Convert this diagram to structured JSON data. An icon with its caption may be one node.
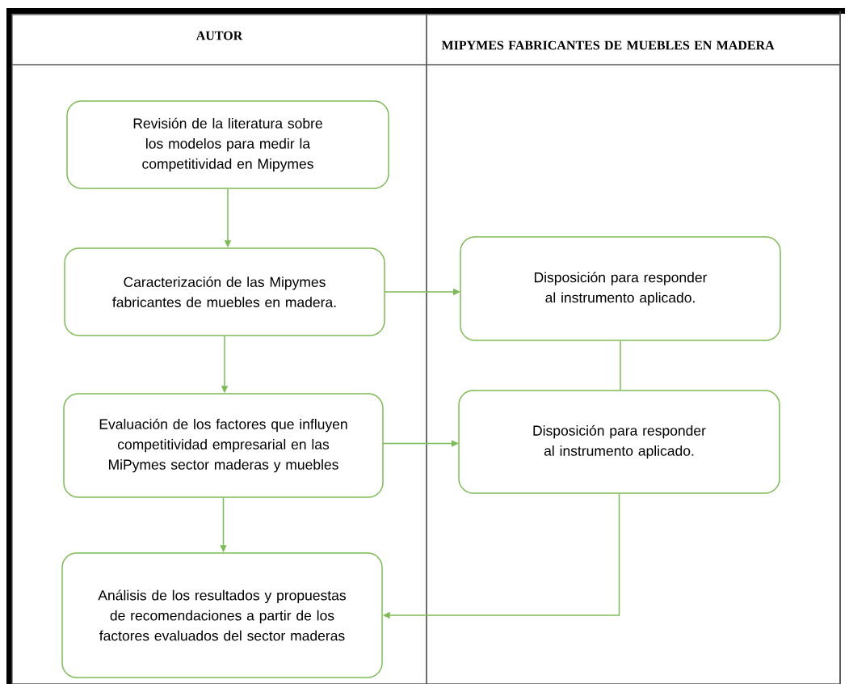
{
  "diagram": {
    "nodes": [
      {
        "text": [
          "AUTOR"
        ]
      },
      {
        "text": [
          "MIPYMES FABRICANTES DE MUEBLES EN MADERA"
        ]
      },
      {
        "text": [
          "Revisión de la literatura sobre los modelos para medir la competitividad en Mipymes"
        ],
        "in": 0
      },
      {
        "text": [
          "Caracterización de las Mipymes fabricantes de muebles en madera."
        ],
        "in": 0
      },
      {
        "text": [
          "Disposición para responder al instrumento aplicado."
        ],
        "in": 1
      },
      {
        "text": [
          "Evaluación de los factores que influyen competitividad empresarial en las MiPymes sector maderas y muebles"
        ],
        "in": 0
      },
      {
        "text": [
          "Disposición para responder al instrumento aplicado."
        ],
        "in": 1
      },
      {
        "text": [
          "Análisis de los resultados y propuestas de recomendaciones a partir de los factores evaluados del sector maderas"
        ],
        "in": 0
      }
    ],
    "edges": [
      {
        "from": 2,
        "to": 3,
        "arrow": "to"
      },
      {
        "from": 3,
        "to": 4,
        "arrow": "to"
      },
      {
        "from": 3,
        "to": 5,
        "arrow": "to"
      },
      {
        "from": 4,
        "to": 6,
        "arrow": "none"
      },
      {
        "from": 5,
        "to": 6,
        "arrow": "to"
      },
      {
        "from": 5,
        "to": 7,
        "arrow": "to"
      },
      {
        "from": 6,
        "to": 7,
        "arrow": "to"
      }
    ]
  }
}
